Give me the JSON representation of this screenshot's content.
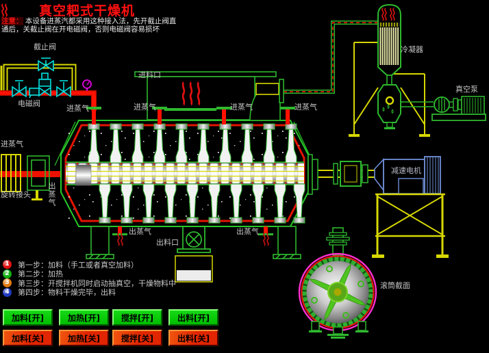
{
  "header": {
    "title": "真空耙式干燥机",
    "notice_prefix": "注意：",
    "notice_line1": "本设备进蒸汽都采用这种接入法，先开截止阀直",
    "notice_line2": "通后，关截止阀在开电磁阀，否则电磁阀容易损坏"
  },
  "diagram": {
    "labels": {
      "stop_valve": "截止阀",
      "solenoid_valve": "电磁阀",
      "feed_inlet": "进料口",
      "steam_in": "进蒸气",
      "steam_out": "出蒸气",
      "discharge_port": "出料口",
      "condenser": "冷凝器",
      "vacuum_pump": "真空泵",
      "gear_motor": "减速电机",
      "rotary_joint": "旋转接头",
      "drum_section": "滚筒截面"
    },
    "colors": {
      "background": "#000000",
      "line_green": "#2eb82e",
      "pipe_red": "#ff1100",
      "pipe_yellow": "#d8d800",
      "valve_cyan": "#00e0e0",
      "gauge_magenta": "#e000e0",
      "motor_blue": "#6f8fd8",
      "condenser_tube": "#e6e6a8",
      "section_ring_magenta": "#ff2fd0",
      "title_red": "#ff1010",
      "label_gray": "#c4c4c4",
      "button_on_green": "#00cc00",
      "button_off_red": "#e02500"
    }
  },
  "steps": [
    {
      "num": "1",
      "badge_style": "background-color:#e01010",
      "text": "第一步：加料（手工或者真空加料）"
    },
    {
      "num": "2",
      "badge_style": "background-color:#10b010",
      "text": "第二步：加热"
    },
    {
      "num": "3",
      "badge_style": "background-color:#e07810",
      "text": "第三步：开搅拌机同时启动抽真空，干燥物料中"
    },
    {
      "num": "4",
      "badge_style": "background-color:#2038c0",
      "text": "第四步：物料干燥完毕，出料"
    }
  ],
  "controls": {
    "on_buttons": [
      "加料[开]",
      "加热[开]",
      "搅拌[开]",
      "出料[开]"
    ],
    "off_buttons": [
      "加料[关]",
      "加热[关]",
      "搅拌[关]",
      "出料[关]"
    ]
  }
}
